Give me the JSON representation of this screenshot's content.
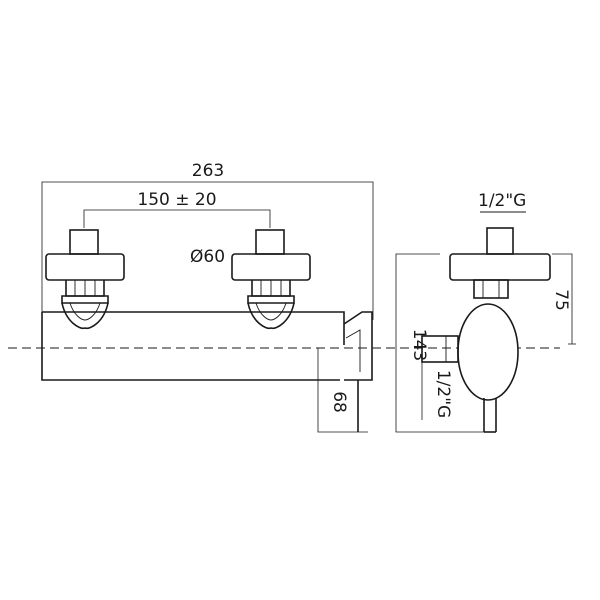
{
  "front_view": {
    "overall_width": "263",
    "center_distance": "150 ± 20",
    "handle_diameter": "Ø60",
    "bottom_drop": "68"
  },
  "side_view": {
    "top_thread": "1/2\"G",
    "handle_height": "75",
    "overall_height": "143",
    "side_thread": "1/2\"G"
  }
}
